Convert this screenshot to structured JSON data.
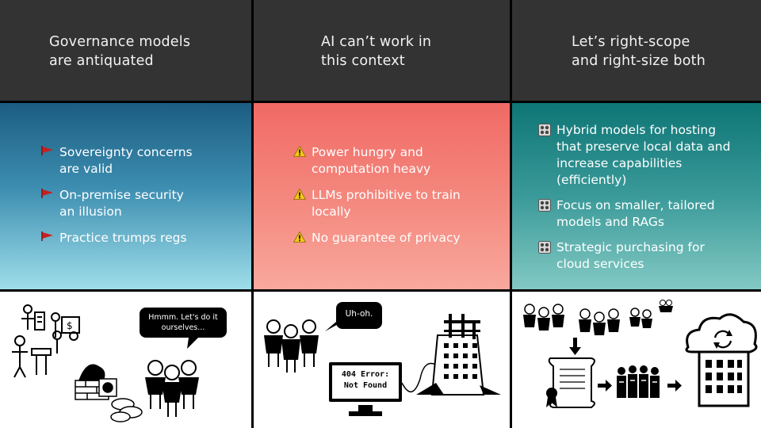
{
  "columns": [
    {
      "title_lines": [
        "Governance models",
        "are antiquated"
      ],
      "bullet_icon": "red-flag-icon",
      "bullets": [
        {
          "lines": [
            "Sovereignty concerns",
            "are valid"
          ]
        },
        {
          "lines": [
            "On-premise security",
            "an illusion"
          ]
        },
        {
          "lines": [
            "Practice trumps regs"
          ]
        }
      ],
      "speech_bubble": [
        "Hmmm. Let's do it",
        "ourselves..."
      ]
    },
    {
      "title_lines": [
        "AI can’t work in",
        "this context"
      ],
      "bullet_icon": "warning-icon",
      "bullets": [
        {
          "lines": [
            "Power hungry and",
            "computation heavy"
          ]
        },
        {
          "lines": [
            "LLMs prohibitive to train",
            "locally"
          ]
        },
        {
          "lines": [
            "No guarantee of privacy"
          ]
        }
      ],
      "speech_bubble": [
        "Uh-oh."
      ],
      "error_screen": [
        "404 Error:",
        "Not Found"
      ]
    },
    {
      "title_lines": [
        "Let’s right-scope",
        "and right-size both"
      ],
      "bullet_icon": "control-knobs-icon",
      "bullets": [
        {
          "lines": [
            "Hybrid models for hosting",
            "that preserve local data and",
            "increase capabilities",
            "(efficiently)"
          ]
        },
        {
          "lines": [
            "Focus on smaller, tailored",
            "models and RAGs"
          ]
        },
        {
          "lines": [
            "Strategic purchasing for",
            "cloud services"
          ]
        }
      ]
    }
  ],
  "colors": {
    "header_bg": "#333333",
    "col1_panel": "#1c5d82",
    "col2_panel": "#f06a65",
    "col3_panel": "#0e7575",
    "flag": "#c8201e",
    "warning": "#f5c518"
  }
}
